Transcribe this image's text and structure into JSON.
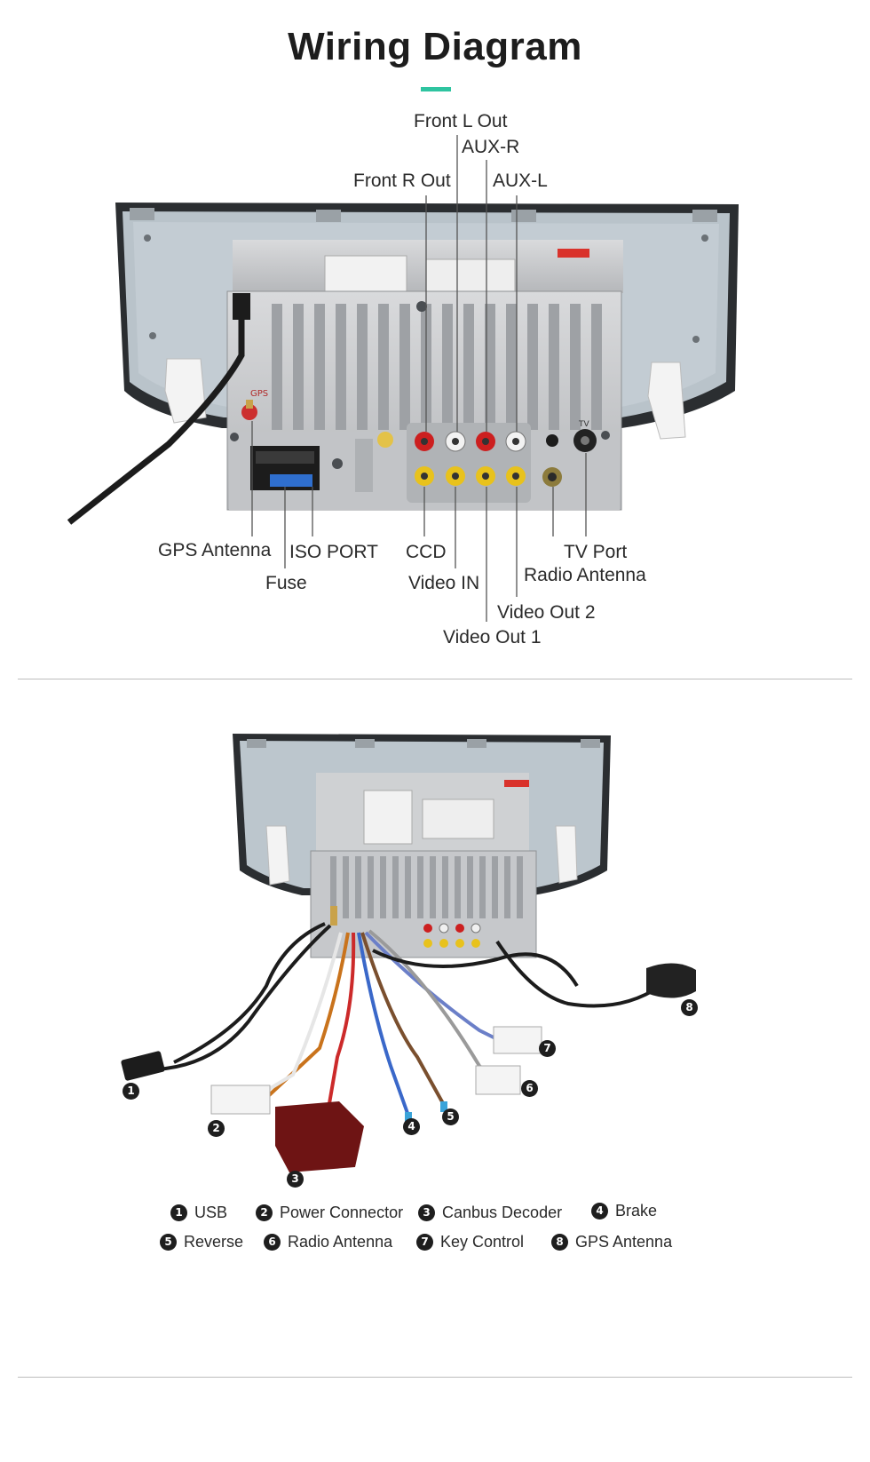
{
  "page": {
    "title": "Wiring Diagram",
    "accent_color": "#2ec4a0"
  },
  "diagram1": {
    "labels": {
      "front_l_out": "Front L Out",
      "aux_r": "AUX-R",
      "front_r_out": "Front R Out",
      "aux_l": "AUX-L",
      "gps_antenna": "GPS Antenna",
      "iso_port": "ISO PORT",
      "fuse": "Fuse",
      "ccd": "CCD",
      "video_in": "Video IN",
      "tv_port": "TV Port",
      "radio_antenna": "Radio Antenna",
      "video_out_2": "Video Out 2",
      "video_out_1": "Video Out 1"
    },
    "panel_print": {
      "gps": "GPS",
      "tv": "TV"
    }
  },
  "diagram2": {
    "markers": [
      "1",
      "2",
      "3",
      "4",
      "5",
      "6",
      "7",
      "8"
    ],
    "legend": [
      {
        "num": "1",
        "label": "USB"
      },
      {
        "num": "2",
        "label": "Power Connector"
      },
      {
        "num": "3",
        "label": "Canbus Decoder"
      },
      {
        "num": "4",
        "label": "Brake"
      },
      {
        "num": "5",
        "label": "Reverse"
      },
      {
        "num": "6",
        "label": "Radio Antenna"
      },
      {
        "num": "7",
        "label": "Key Control"
      },
      {
        "num": "8",
        "label": "GPS Antenna"
      }
    ]
  }
}
